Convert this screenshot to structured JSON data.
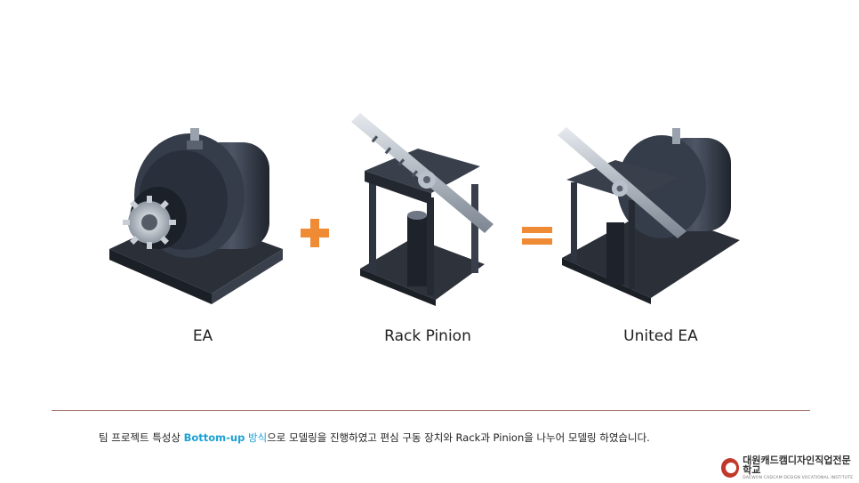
{
  "figures": [
    {
      "caption": "EA"
    },
    {
      "caption": "Rack Pinion"
    },
    {
      "caption": "United EA"
    }
  ],
  "operators": {
    "plus": "+",
    "equals": "="
  },
  "description": {
    "prefix": "팀 프로젝트 특성상 ",
    "highlight_bold": "Bottom-up",
    "highlight_korean": " 방식",
    "suffix": "으로 모델링을 진행하였고 편심 구동 장치와 Rack과 Pinion을 나누어 모델링 하였습니다."
  },
  "logo": {
    "name_kr": "대원캐드캠디자인직업전문학교",
    "name_en": "DAEWON CADCAM DESIGN VOCATIONAL INSTITUTE"
  },
  "colors": {
    "operator": "#ef8a35",
    "highlight": "#1da1d6",
    "rule": "#a77a74"
  }
}
